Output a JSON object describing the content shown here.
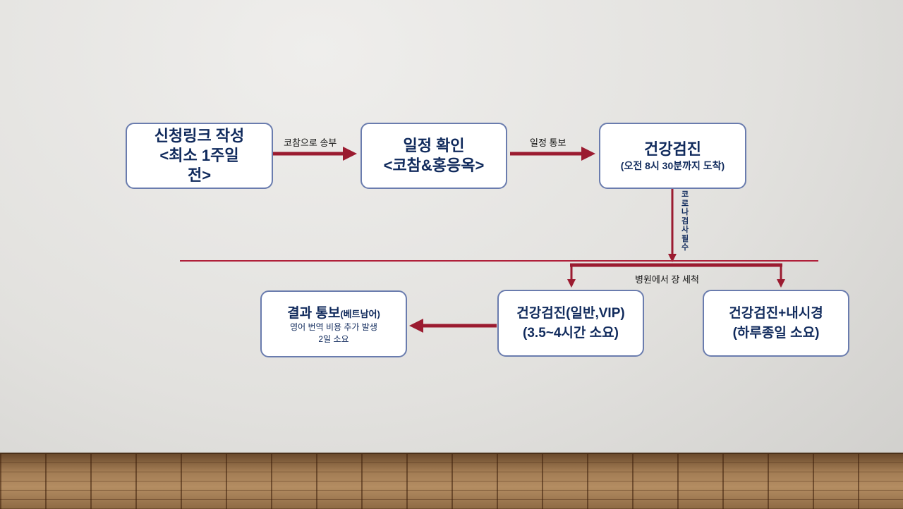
{
  "boxes": {
    "apply": {
      "line1": "신청링크 작성",
      "line2": "<최소 1주일",
      "line3": "전>"
    },
    "schedule": {
      "line1": "일정 확인",
      "line2": "<코참&홍응옥>"
    },
    "checkup": {
      "title": "건강검진",
      "sub": "(오전 8시 30분까지 도착)"
    },
    "result": {
      "title": "결과 통보",
      "title_small": "(베트남어)",
      "line2": "영어 번역 비용 추가 발생",
      "line3": "2일 소요"
    },
    "general": {
      "line1": "건강검진(일반,VIP)",
      "line2": "(3.5~4시간 소요)"
    },
    "endoscopy": {
      "line1": "건강검진+내시경",
      "line2": "(하루종일 소요)"
    }
  },
  "labels": {
    "send": "코참으로 송부",
    "notify": "일정 통보",
    "covid": "코로나 검사 필수",
    "bowel": "병원에서 장 세척"
  },
  "colors": {
    "arrow": "#9b1b30",
    "box_border": "#6a7cae",
    "text": "#102a5c"
  }
}
